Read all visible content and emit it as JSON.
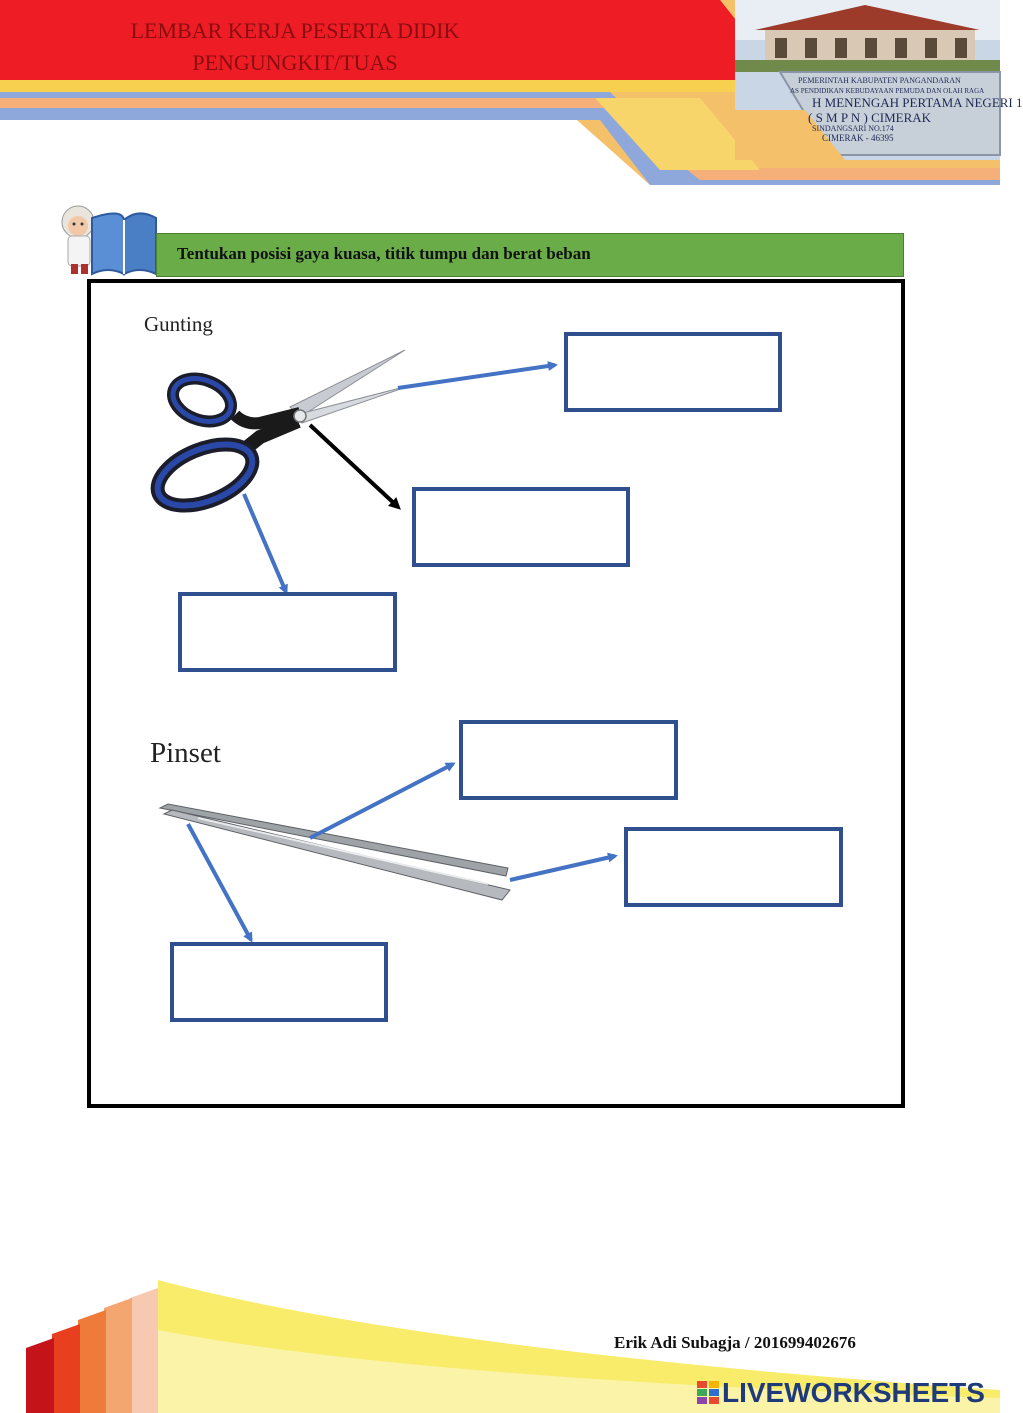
{
  "header": {
    "title_line1": "LEMBAR KERJA PESERTA DIDIK",
    "title_line2": "PENGUNGKIT/TUAS",
    "school_sign": {
      "line1": "PEMERINTAH KABUPATEN PANGANDARAN",
      "line2": "AS PENDIDIKAN KEBUDAYAAN PEMUDA DAN OLAH RAGA",
      "line3": "H MENENGAH PERTAMA NEGERI 1",
      "line4": "( S M P N ) CIMERAK",
      "line5": "SINDANGSARI NO.174",
      "line6": "CIMERAK - 46395"
    }
  },
  "instruction": {
    "text": "Tentukan posisi gaya kuasa, titik tumpu dan berat beban"
  },
  "sections": {
    "scissors": {
      "label": "Gunting"
    },
    "tweezers": {
      "label": "Pinset"
    }
  },
  "footer": {
    "author": "Erik Adi Subagja / 201699402676",
    "brand": "LIVEWORKSHEETS"
  },
  "colors": {
    "header_red": "#e8121a",
    "instruction_green": "#6aac48",
    "box_border": "#2f4f8f",
    "arrow_blue": "#4472c4"
  }
}
